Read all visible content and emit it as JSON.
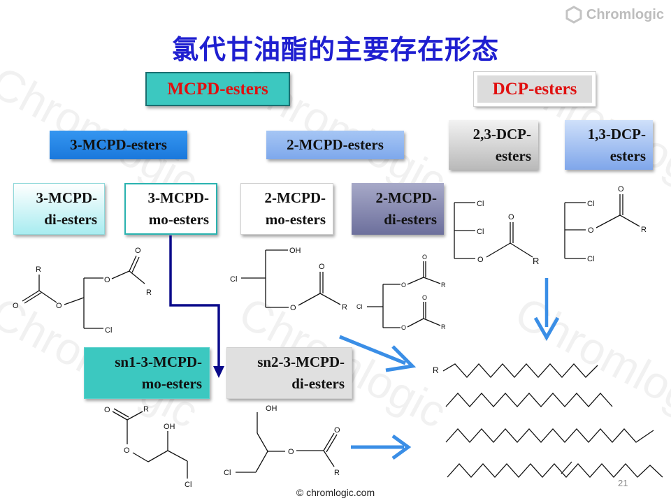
{
  "slide": {
    "title": "氯代甘油酯的主要存在形态",
    "logo_text": "Chromlogic",
    "watermark_text": "Chromlogic",
    "footer": "© chromlogic.com",
    "page_number": "21"
  },
  "categories": {
    "mcpd": "MCPD-esters",
    "dcp": "DCP-esters"
  },
  "subcategories": {
    "mcpd3": "3-MCPD-esters",
    "mcpd2": "2-MCPD-esters",
    "dcp23": [
      "2,3-DCP-",
      "esters"
    ],
    "dcp13": [
      "1,3-DCP-",
      "esters"
    ]
  },
  "forms": {
    "mcpd3_di": [
      "3-MCPD-",
      "di-esters"
    ],
    "mcpd3_mo": [
      "3-MCPD-",
      "mo-esters"
    ],
    "mcpd2_mo": [
      "2-MCPD-",
      "mo-esters"
    ],
    "mcpd2_di": [
      "2-MCPD-",
      "di-esters"
    ]
  },
  "isomers": {
    "sn1": [
      "sn1-3-MCPD-",
      "mo-esters"
    ],
    "sn2": [
      "sn2-3-MCPD-",
      "di-esters"
    ]
  },
  "atoms": {
    "cl": "Cl",
    "o": "O",
    "oh": "OH",
    "r": "R"
  },
  "colors": {
    "title": "#1f1fd0",
    "mcpd_box": "#3cc8c0",
    "mcpd_text": "#e01010",
    "dcp_text": "#e01010",
    "subcat_blue": "#2080e8",
    "subcat_light": "#8fb4f0",
    "arrow_light": "#3a8ee6",
    "arrow_dark": "#0a0a8a"
  }
}
